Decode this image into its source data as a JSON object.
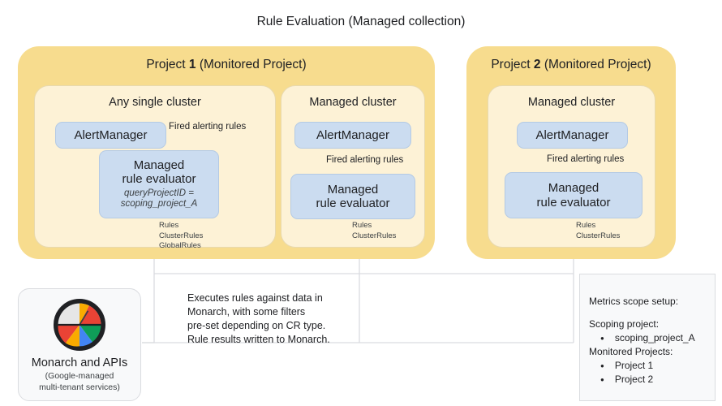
{
  "diagram": {
    "title": "Rule Evaluation (Managed collection)"
  },
  "projects": [
    {
      "title_prefix": "Project ",
      "title_number": "1",
      "title_suffix": " (Monitored Project)"
    },
    {
      "title_prefix": "Project ",
      "title_number": "2",
      "title_suffix": " (Monitored Project)"
    }
  ],
  "clusters": [
    {
      "title": "Any single cluster",
      "alertmanager": "AlertManager",
      "evaluator": "Managed\nrule evaluator",
      "evaluator_sub": "queryProjectID =\nscoping_project_A",
      "edge_label": "Fired alerting rules",
      "rules": "Rules\nClusterRules\nGlobalRules"
    },
    {
      "title": "Managed cluster",
      "alertmanager": "AlertManager",
      "evaluator": "Managed\nrule evaluator",
      "edge_label": "Fired alerting rules",
      "rules": "Rules\nClusterRules"
    },
    {
      "title": "Managed cluster",
      "alertmanager": "AlertManager",
      "evaluator": "Managed\nrule evaluator",
      "edge_label": "Fired alerting rules",
      "rules": "Rules\nClusterRules"
    }
  ],
  "monarch": {
    "title": "Monarch and APIs",
    "subtitle": "(Google-managed\nmulti-tenant services)",
    "logo_name": "monarch-logo"
  },
  "notes": {
    "center": "Executes rules against data in\nMonarch, with some filters\npre-set depending on CR type.\nRule results written to Monarch."
  },
  "scope": {
    "heading": "Metrics scope setup:",
    "scoping_label": "Scoping project:",
    "scoping_projects": [
      "scoping_project_A"
    ],
    "monitored_label": "Monitored Projects:",
    "monitored_projects": [
      "Project 1",
      "Project 2"
    ]
  },
  "colors": {
    "project_fill": "#F7DC8E",
    "cluster_fill": "#FDF2D6",
    "node_fill": "#CBDCF0",
    "connector": "#BDC1C6",
    "note_border": "#DADCE0",
    "scope_fill": "#F8F9FA"
  }
}
